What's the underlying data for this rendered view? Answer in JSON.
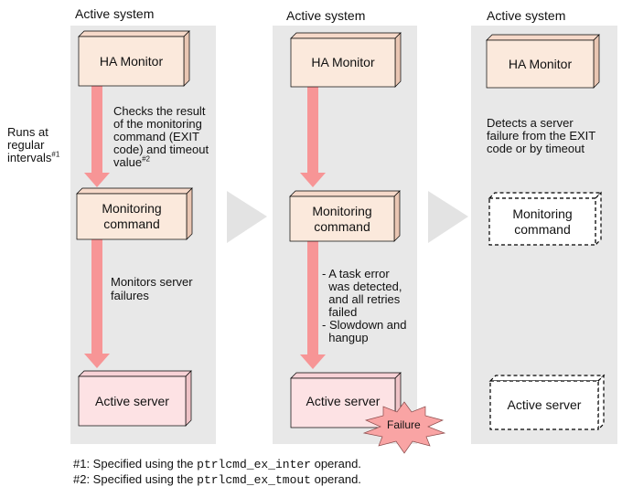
{
  "colors": {
    "panel_bg": "#e8e8e8",
    "box_peach": "#fbe9dc",
    "box_pink": "#fde2e4",
    "box_white": "#ffffff",
    "arrow": "#f79596",
    "chevron": "#e3e3e3",
    "failure_burst": "#f9a4a4"
  },
  "panels": [
    {
      "title": "Active system",
      "ha_monitor": "HA Monitor",
      "monitoring_command": "Monitoring command",
      "active_server": "Active server",
      "note1_lines": [
        "Checks the result",
        "of the monitoring",
        "command (EXIT",
        "code) and timeout"
      ],
      "note1_last": "value",
      "note1_sup": "#2",
      "note2_lines": [
        "Monitors server",
        "failures"
      ]
    },
    {
      "title": "Active system",
      "ha_monitor": "HA Monitor",
      "monitoring_command": "Monitoring command",
      "active_server": "Active server",
      "failure_label": "Failure",
      "errors": [
        {
          "lines": [
            "- A task error",
            "  was detected,",
            "  and all retries",
            "  failed"
          ]
        },
        {
          "lines": [
            "- Slowdown and",
            "  hangup"
          ]
        }
      ]
    },
    {
      "title": "Active system",
      "ha_monitor": "HA Monitor",
      "monitoring_command": "Monitoring command",
      "active_server": "Active server",
      "detect_lines": [
        "Detects a server",
        "failure from the EXIT",
        "code or by timeout"
      ]
    }
  ],
  "side_note": {
    "lines": [
      "Runs at",
      "regular"
    ],
    "last": "intervals",
    "sup": "#1"
  },
  "footnotes": [
    {
      "prefix": "#1: Specified using the ",
      "code": "ptrlcmd_ex_inter",
      "suffix": " operand."
    },
    {
      "prefix": "#2: Specified using the ",
      "code": "ptrlcmd_ex_tmout",
      "suffix": " operand."
    }
  ]
}
